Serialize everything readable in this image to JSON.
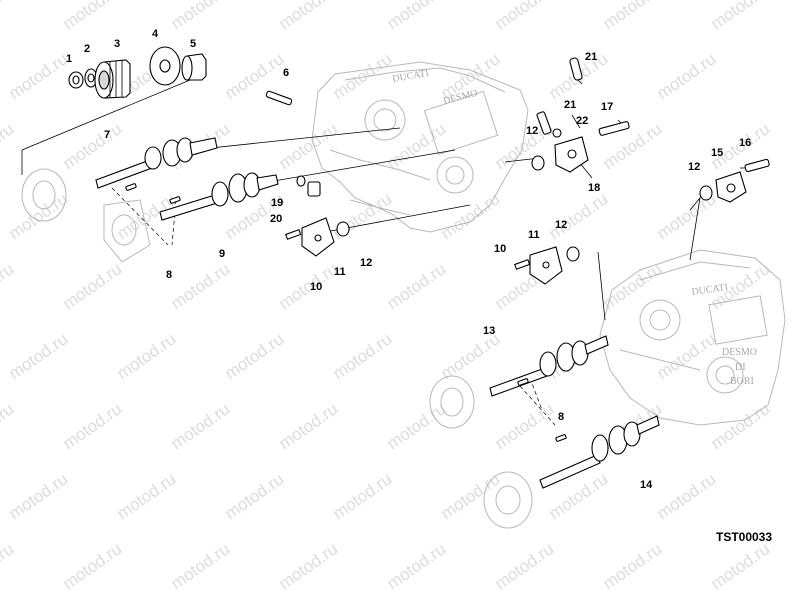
{
  "diagram": {
    "reference_code": "TST00033",
    "watermark_text": "motod.ru",
    "part_labels": {
      "p1": "1",
      "p2": "2",
      "p3": "3",
      "p4": "4",
      "p5": "5",
      "p6": "6",
      "p7": "7",
      "p8a": "8",
      "p8b": "8",
      "p9": "9",
      "p10a": "10",
      "p10b": "10",
      "p11a": "11",
      "p11b": "11",
      "p12a": "12",
      "p12b": "12",
      "p12c": "12",
      "p12d": "12",
      "p13": "13",
      "p14": "14",
      "p15": "15",
      "p16": "16",
      "p17": "17",
      "p18": "18",
      "p19": "19",
      "p20": "20",
      "p21a": "21",
      "p21b": "21",
      "p22": "22"
    },
    "head_markings": {
      "upper_1": "DUCATI",
      "upper_2": "DESMO",
      "lower_1": "DUCATI",
      "lower_2": "DESMO",
      "lower_3": "DI",
      "lower_4": "BORI"
    }
  }
}
